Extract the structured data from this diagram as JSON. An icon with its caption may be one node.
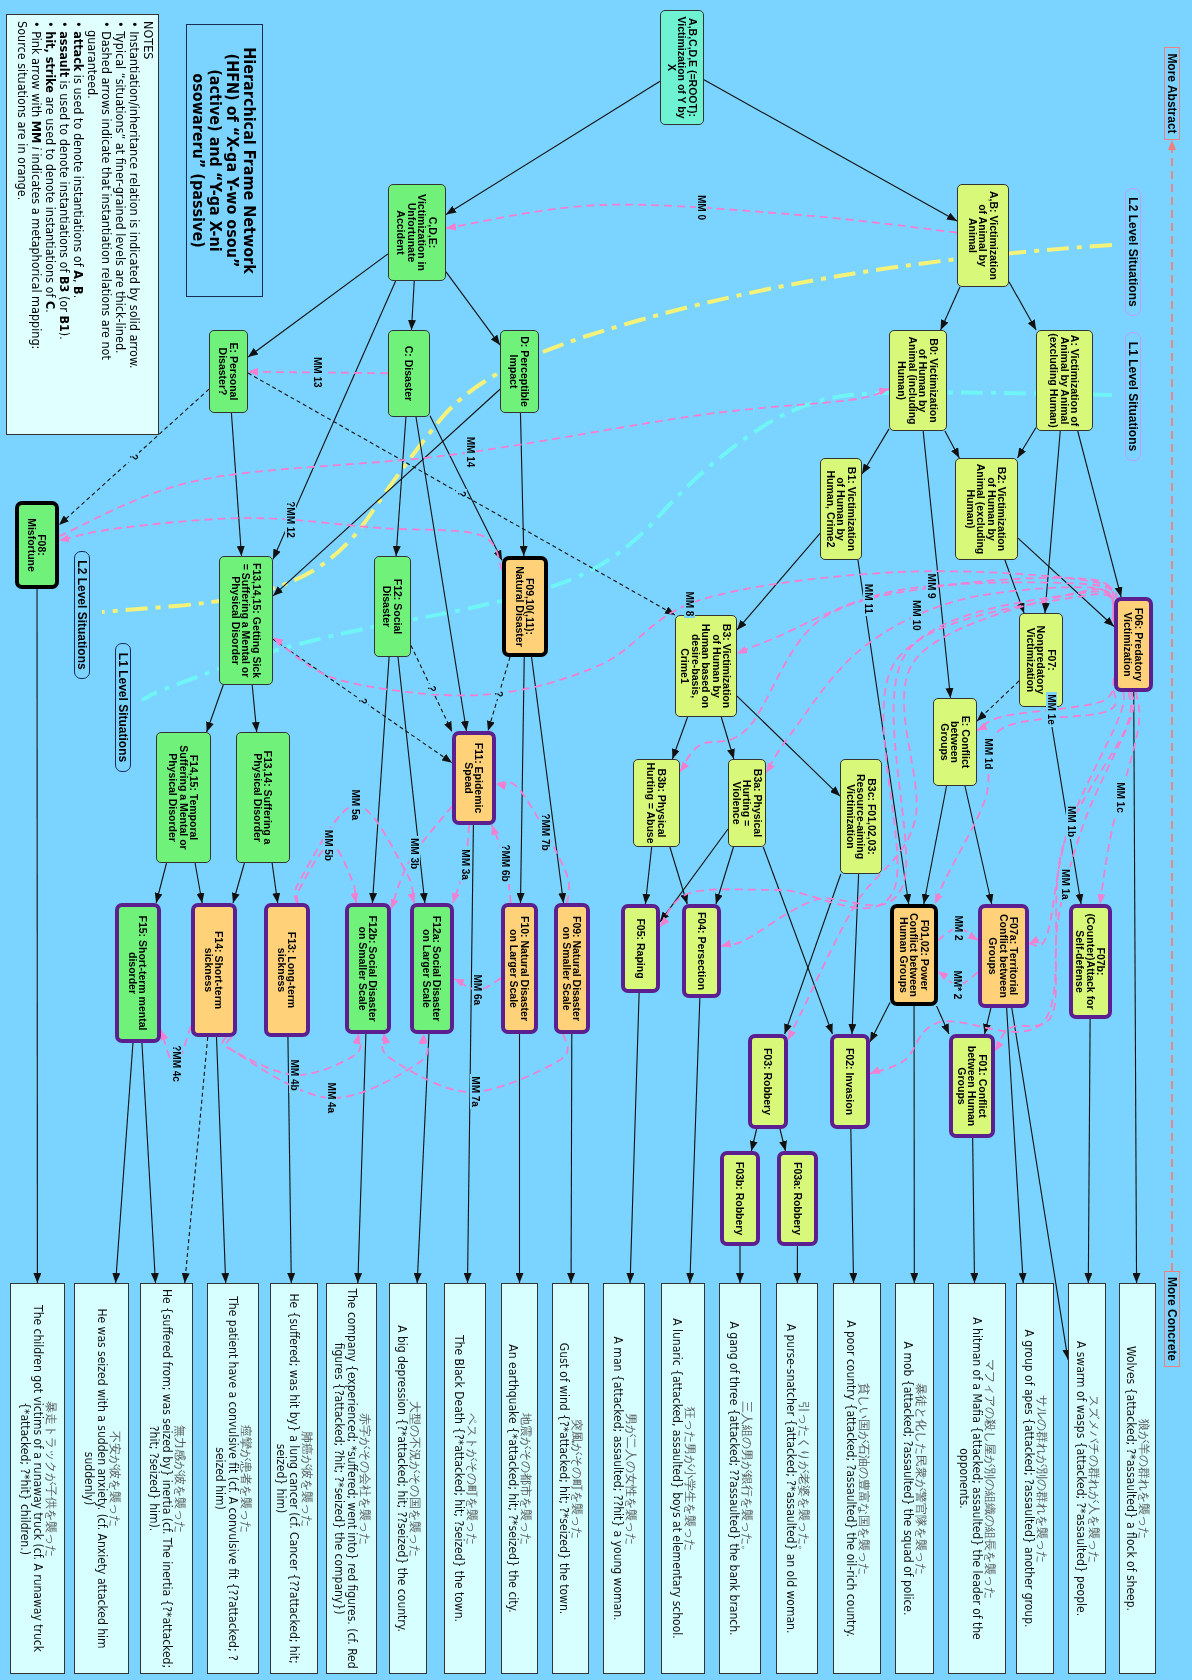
{
  "diagram": {
    "title": "Hierarchical Frame Network (HFN) of “X-ga Y-wo osou” (active) and “Y-ga X-ni osowareru” (passive)",
    "nodes": [
      {
        "text": [
          "A,B,C,D,E (=ROOT): Victimization of Y by X"
        ]
      },
      {
        "text": [
          "A,B: Victimization of Animal by Animal"
        ]
      },
      {
        "text": [
          "C,D,E: Victimization in Unfortunate Accident"
        ]
      },
      {
        "text": [
          "A: Victimization of Animal by Animal (excluding Human)"
        ]
      },
      {
        "text": [
          "B0: Victimization of Human by Animal (including Human)"
        ]
      },
      {
        "text": [
          "D: Perceptible Impact"
        ]
      },
      {
        "text": [
          "C: Disaster"
        ]
      },
      {
        "text": [
          "E: Personal Disaster?"
        ]
      },
      {
        "text": [
          "B2: Victimization of Human by Animal (excluding Human)"
        ]
      },
      {
        "text": [
          "B1: Victimization of Human by Human, Crime2"
        ]
      },
      {
        "text": [
          "F08: Misfortune"
        ]
      },
      {
        "text": [
          "F06: Predatory Victimization"
        ]
      },
      {
        "text": [
          "F07: Nonpredatory Victimization"
        ]
      },
      {
        "text": [
          "B3: Victimization of Human by Human based on desire-basis, Crime1"
        ]
      },
      {
        "text": [
          "F09,10(,11): Natural Disaster"
        ]
      },
      {
        "text": [
          "F12: Social Disaster"
        ]
      },
      {
        "text": [
          "F13,14,15: Getting Sick = Suffering a Mental or Physical Disorder"
        ]
      },
      {
        "text": [
          "E: Conflict between Groups"
        ]
      },
      {
        "text": [
          "B3c: F01,02,03: Resource-aiming Victimization"
        ]
      },
      {
        "text": [
          "B3a: Physical Hurting = Violence"
        ]
      },
      {
        "text": [
          "B3b: Physical Hurting = Abuse"
        ]
      },
      {
        "text": [
          "F11: Epidemic Spead"
        ]
      },
      {
        "text": [
          "F13,14: Suffering a Physical Disorder"
        ]
      },
      {
        "text": [
          "F14,15: Temporal Suffering a Mental or Physical Disorder"
        ]
      },
      {
        "text": [
          "F07b: (Counter)Attack for Self-defense"
        ]
      },
      {
        "text": [
          "F07a: Territorial Conflict between Groups"
        ]
      },
      {
        "text": [
          "F01,02: Power Conflict between Human Groups"
        ]
      },
      {
        "text": [
          "F04: Persection"
        ]
      },
      {
        "text": [
          "F05: Raping"
        ]
      },
      {
        "text": [
          "F09: Natural Disaster on Smaller Scale"
        ]
      },
      {
        "text": [
          "F10: Natural Disaster on Larger Scale"
        ]
      },
      {
        "text": [
          "F12a: Social Disaster on Larger Scale"
        ]
      },
      {
        "text": [
          "F12b: Social Disaster on Smaller Scale"
        ]
      },
      {
        "text": [
          "F13: Long-term sickness"
        ]
      },
      {
        "text": [
          "F14: Short-term sickness"
        ]
      },
      {
        "text": [
          "F15: Short-term mental disorder"
        ]
      },
      {
        "text": [
          "F01: Conflict between Human Groups"
        ]
      },
      {
        "text": [
          "F02: Invasion"
        ]
      },
      {
        "text": [
          "F03: Robbery"
        ]
      },
      {
        "text": [
          "F03a: Robbery"
        ]
      },
      {
        "text": [
          "F03b: Robbery"
        ]
      },
      {
        "text": [
          "狼が羊の群れを襲った",
          "Wolves {attacked; ?*assaulted} a flock of sheep."
        ]
      },
      {
        "text": [
          "スズメバチの群れが人を襲った",
          "A swarm of wasps {attacked; ?*assaulted} people."
        ]
      },
      {
        "text": [
          "サルの群れが別の群れを襲った",
          "A group of apes {attacked; ?assaulted} another group."
        ]
      },
      {
        "text": [
          "マフィアの殺し屋が別の組織の組長を襲った",
          "A hitman of a Mafia {attacked; assaulted} the leader of the opponents."
        ]
      },
      {
        "text": [
          "暴徒と化した民衆が警官隊を襲った",
          "A mob {attacked; ?assaulted} the squad of police."
        ]
      },
      {
        "text": [
          "貧しい国が石油の豊富な国を襲った",
          "A poor country {attacked; ?assaulted} the oil-rich country."
        ]
      },
      {
        "text": [
          "引ったくりが老婆を襲った。",
          "A purse-snatcher {attacked; ?*assaulted} an old woman."
        ]
      },
      {
        "text": [
          "三人組の男が銀行を襲った。",
          "A gang of three {attacked; ??assaulted} the bank branch."
        ]
      },
      {
        "text": [
          "狂った男が小学生を襲った",
          "A lunaric {attacked, assaulted} boys at elementary school."
        ]
      },
      {
        "text": [
          "男が二人の女性を襲った",
          "A man {attacked; assaulted; ??hit} a young woman."
        ]
      },
      {
        "text": [
          "突風がその町を襲った",
          "Gust of wind {?*attacked; hit; ?*seized} the town."
        ]
      },
      {
        "text": [
          "地震がその都市を襲った",
          "An earthquake {*attacked; hit; ?*seized} the city."
        ]
      },
      {
        "text": [
          "ペストがその町を襲った",
          "The Black Death {?*attacked; hit; ?seized} the town."
        ]
      },
      {
        "text": [
          "大型の不況がその国を襲った",
          "A big depression {?*attacked; hit; ??seized} the country."
        ]
      },
      {
        "text": [
          "赤字がその会社を襲った",
          "The company {experienced; *suffered; went into} red figures. (cf. Red figures {?attacked; ?hit; ?*seized} the company})"
        ]
      },
      {
        "text": [
          "肺癌が彼を襲った",
          "He {suffered; was hit by} a lung cancer (cf. Cancer {??attacked; hit; seized} him)"
        ]
      },
      {
        "text": [
          "痙攣が患者を襲った",
          "The patient have a convulsive fit (cf. A convulsive fit {??attacked; ?seized him)"
        ]
      },
      {
        "text": [
          "無力感が彼を襲った",
          "He {suffered from; was seized by} inertia (cf. The inertia {?*attacked; ?hit; ?seized} him)."
        ]
      },
      {
        "text": [
          "不安が彼を襲った",
          "He was seized with a sudden anxiety. (cf. Anxiety attacked him suddenly)"
        ]
      },
      {
        "text": [
          "暴走トラックが子供を襲った",
          "The children got victims of a runaway truck (cf. A runaway truck {*attacked; ?*hit} children.)"
        ]
      },
      {
        "text": [
          "More Abstract"
        ]
      },
      {
        "text": [
          "More Concrete"
        ]
      },
      {
        "text": [
          "L2 Level Situations"
        ]
      },
      {
        "text": [
          "L1 Level Situations"
        ]
      },
      {
        "text": [
          "L2 Level Situations"
        ]
      },
      {
        "text": [
          "L1 Level Situations"
        ]
      },
      {
        "text": [
          "NOTES",
          "• Instantiation/inheritance relation is indicated by solid arrow.",
          "• Typical “situations” at finer-grained levels are thick-lined.",
          "• Dashed arrows indicate that instantiation relations are not guaranteed.",
          "• **attack** is used to denote instantiations of **A**, **B**.",
          "• **assault** is used to denote instantiations of **B3** (or **B1**).",
          "• **hit, strike** are used to denote instantiations of **C**.",
          "• Pink arrow with **MM** *i* indicates a metaphorical mapping:",
          "Source situations are in orange."
        ]
      }
    ],
    "edges": [
      {
        "from": 0,
        "to": 1,
        "arrow": "to"
      },
      {
        "from": 0,
        "to": 2,
        "arrow": "to"
      },
      {
        "from": 1,
        "to": 3,
        "arrow": "to"
      },
      {
        "from": 1,
        "to": 4,
        "arrow": "to"
      },
      {
        "from": 3,
        "to": 8,
        "arrow": "to"
      },
      {
        "from": 3,
        "to": 11,
        "arrow": "to"
      },
      {
        "from": 3,
        "to": 12,
        "arrow": "to"
      },
      {
        "from": 4,
        "to": 9,
        "arrow": "to"
      },
      {
        "from": 4,
        "to": 8,
        "arrow": "to"
      },
      {
        "from": 4,
        "to": 17,
        "arrow": "to"
      },
      {
        "from": 8,
        "to": 12,
        "arrow": "to"
      },
      {
        "from": 8,
        "to": 11,
        "arrow": "to"
      },
      {
        "from": 9,
        "to": 13,
        "arrow": "to"
      },
      {
        "from": 9,
        "to": 26,
        "arrow": "to"
      },
      {
        "from": 12,
        "to": 24,
        "arrow": "to"
      },
      {
        "from": 12,
        "to": 17,
        "arrow": "to",
        "style": "dashed"
      },
      {
        "from": 17,
        "to": 26,
        "arrow": "to"
      },
      {
        "from": 17,
        "to": 25,
        "arrow": "to"
      },
      {
        "from": 25,
        "to": 36,
        "arrow": "to"
      },
      {
        "from": 26,
        "to": 36,
        "arrow": "to"
      },
      {
        "from": 26,
        "to": 37,
        "arrow": "to"
      },
      {
        "from": 25,
        "to": 43,
        "arrow": "to"
      },
      {
        "from": 25,
        "to": 42,
        "arrow": "to"
      },
      {
        "from": 24,
        "to": 42,
        "arrow": "to"
      },
      {
        "from": 11,
        "to": 41,
        "arrow": "to"
      },
      {
        "from": 36,
        "to": 44,
        "arrow": "to"
      },
      {
        "from": 26,
        "to": 45,
        "arrow": "to"
      },
      {
        "from": 37,
        "to": 46,
        "arrow": "to"
      },
      {
        "from": 38,
        "to": 39,
        "arrow": "to"
      },
      {
        "from": 38,
        "to": 40,
        "arrow": "to"
      },
      {
        "from": 39,
        "to": 47,
        "arrow": "to"
      },
      {
        "from": 40,
        "to": 48,
        "arrow": "to"
      },
      {
        "from": 27,
        "to": 49,
        "arrow": "to"
      },
      {
        "from": 28,
        "to": 50,
        "arrow": "to"
      },
      {
        "from": 13,
        "to": 20,
        "arrow": "to"
      },
      {
        "from": 13,
        "to": 19,
        "arrow": "to"
      },
      {
        "from": 13,
        "to": 18,
        "arrow": "to"
      },
      {
        "from": 20,
        "to": 28,
        "arrow": "to"
      },
      {
        "from": 20,
        "to": 27,
        "arrow": "to"
      },
      {
        "from": 19,
        "to": 28,
        "arrow": "to"
      },
      {
        "from": 19,
        "to": 27,
        "arrow": "to"
      },
      {
        "from": 19,
        "to": 37,
        "arrow": "to"
      },
      {
        "from": 18,
        "to": 38,
        "arrow": "to"
      },
      {
        "from": 18,
        "to": 37,
        "arrow": "to"
      },
      {
        "from": 2,
        "to": 7,
        "arrow": "to"
      },
      {
        "from": 2,
        "to": 6,
        "arrow": "to"
      },
      {
        "from": 2,
        "to": 5,
        "arrow": "to"
      },
      {
        "from": 2,
        "to": 16,
        "arrow": "to"
      },
      {
        "from": 5,
        "to": 16,
        "arrow": "to"
      },
      {
        "from": 5,
        "to": 14,
        "arrow": "to"
      },
      {
        "from": 6,
        "to": 15,
        "arrow": "to"
      },
      {
        "from": 6,
        "to": 21,
        "arrow": "to"
      },
      {
        "from": 6,
        "to": 14,
        "arrow": "to"
      },
      {
        "from": 7,
        "to": 16,
        "arrow": "to"
      },
      {
        "from": 7,
        "to": 10,
        "arrow": "to",
        "style": "dashed",
        "label": "?"
      },
      {
        "from": 7,
        "to": 13,
        "arrow": "to",
        "style": "dashed",
        "label": "?"
      },
      {
        "from": 16,
        "to": 21,
        "arrow": "to",
        "style": "dashed",
        "label": "?"
      },
      {
        "from": 15,
        "to": 21,
        "arrow": "to",
        "style": "dashed",
        "label": "?"
      },
      {
        "from": 14,
        "to": 21,
        "arrow": "to",
        "style": "dashed",
        "label": "?"
      },
      {
        "from": 16,
        "to": 22,
        "arrow": "to"
      },
      {
        "from": 16,
        "to": 23,
        "arrow": "to"
      },
      {
        "from": 23,
        "to": 35,
        "arrow": "to"
      },
      {
        "from": 23,
        "to": 34,
        "arrow": "to"
      },
      {
        "from": 22,
        "to": 34,
        "arrow": "to"
      },
      {
        "from": 22,
        "to": 33,
        "arrow": "to"
      },
      {
        "from": 15,
        "to": 32,
        "arrow": "to"
      },
      {
        "from": 15,
        "to": 31,
        "arrow": "to"
      },
      {
        "from": 14,
        "to": 30,
        "arrow": "to"
      },
      {
        "from": 14,
        "to": 29,
        "arrow": "to"
      },
      {
        "from": 10,
        "to": 60,
        "arrow": "to"
      },
      {
        "from": 35,
        "to": 59,
        "arrow": "to"
      },
      {
        "from": 35,
        "to": 58,
        "arrow": "to"
      },
      {
        "from": 34,
        "to": 58,
        "arrow": "to",
        "style": "dashed"
      },
      {
        "from": 34,
        "to": 57,
        "arrow": "to"
      },
      {
        "from": 33,
        "to": 56,
        "arrow": "to"
      },
      {
        "from": 32,
        "to": 55,
        "arrow": "to"
      },
      {
        "from": 31,
        "to": 54,
        "arrow": "to"
      },
      {
        "from": 21,
        "to": 53,
        "arrow": "to"
      },
      {
        "from": 30,
        "to": 52,
        "arrow": "to"
      },
      {
        "from": 29,
        "to": 51,
        "arrow": "to"
      },
      {
        "from": 1,
        "to": 2,
        "arrow": "to",
        "style": "dashed",
        "color": "#f47fd0",
        "label": "MM 0"
      },
      {
        "from": 6,
        "to": 7,
        "arrow": "to",
        "style": "dashed",
        "color": "#f47fd0",
        "label": "MM 13"
      },
      {
        "from": 10,
        "to": 4,
        "arrow": "to",
        "style": "dashed",
        "color": "#f47fd0",
        "label": "MM 14"
      },
      {
        "from": 14,
        "to": 10,
        "arrow": "to",
        "style": "dashed",
        "color": "#f47fd0",
        "label": "?MM 12"
      },
      {
        "from": 11,
        "to": 16,
        "arrow": "to",
        "style": "dashed",
        "color": "#f47fd0",
        "label": "MM 8"
      },
      {
        "from": 11,
        "to": 13,
        "arrow": "to",
        "style": "dashed",
        "color": "#f47fd0",
        "label": "MM 9"
      },
      {
        "from": 11,
        "to": 19,
        "arrow": "to",
        "style": "dashed",
        "color": "#f47fd0",
        "label": "MM 10"
      },
      {
        "from": 11,
        "to": 20,
        "arrow": "to",
        "style": "dashed",
        "color": "#f47fd0",
        "label": "MM 11"
      },
      {
        "from": 11,
        "to": 36,
        "arrow": "to",
        "style": "dashed",
        "color": "#f47fd0",
        "label": "MM 1a"
      },
      {
        "from": 11,
        "to": 25,
        "arrow": "to",
        "style": "dashed",
        "color": "#f47fd0",
        "label": "MM 1b"
      },
      {
        "from": 11,
        "to": 24,
        "arrow": "to",
        "style": "dashed",
        "color": "#f47fd0",
        "label": "MM 1c"
      },
      {
        "from": 11,
        "to": 26,
        "arrow": "to",
        "style": "dashed",
        "color": "#f47fd0",
        "label": "MM 1d"
      },
      {
        "from": 11,
        "to": 17,
        "arrow": "to",
        "style": "dashed",
        "color": "#f47fd0",
        "label": "MM 1e"
      },
      {
        "from": 26,
        "to": 25,
        "arrow": "to",
        "style": "dashed",
        "color": "#f47fd0",
        "label": "MM 2"
      },
      {
        "from": 25,
        "to": 26,
        "arrow": "to",
        "style": "dashed",
        "color": "#f47fd0",
        "label": "MM* 2"
      },
      {
        "from": 11,
        "to": 37,
        "arrow": "to",
        "style": "dashed",
        "color": "#f47fd0"
      },
      {
        "from": 11,
        "to": 38,
        "arrow": "to",
        "style": "dashed",
        "color": "#f47fd0"
      },
      {
        "from": 11,
        "to": 27,
        "arrow": "to",
        "style": "dashed",
        "color": "#f47fd0"
      },
      {
        "from": 11,
        "to": 28,
        "arrow": "to",
        "style": "dashed",
        "color": "#f47fd0"
      },
      {
        "from": 21,
        "to": 31,
        "arrow": "to",
        "style": "dashed",
        "color": "#f47fd0",
        "label": "MM 3a"
      },
      {
        "from": 21,
        "to": 32,
        "arrow": "to",
        "style": "dashed",
        "color": "#f47fd0",
        "label": "MM 3b"
      },
      {
        "from": 33,
        "to": 31,
        "arrow": "to",
        "style": "dashed",
        "color": "#f47fd0",
        "label": "MM 5a"
      },
      {
        "from": 33,
        "to": 32,
        "arrow": "to",
        "style": "dashed",
        "color": "#f47fd0",
        "label": "MM 5b"
      },
      {
        "from": 30,
        "to": 21,
        "arrow": "to",
        "style": "dashed",
        "color": "#f47fd0",
        "label": "?MM 6b"
      },
      {
        "from": 29,
        "to": 21,
        "arrow": "to",
        "style": "dashed",
        "color": "#f47fd0",
        "label": "?MM 7b"
      },
      {
        "from": 30,
        "to": 31,
        "arrow": "to",
        "style": "dashed",
        "color": "#f47fd0",
        "label": "MM 6a"
      },
      {
        "from": 29,
        "to": 32,
        "arrow": "to",
        "style": "dashed",
        "color": "#f47fd0",
        "label": "MM 7a"
      },
      {
        "from": 34,
        "to": 31,
        "arrow": "to",
        "style": "dashed",
        "color": "#f47fd0",
        "label": "MM 4a"
      },
      {
        "from": 34,
        "to": 32,
        "arrow": "to",
        "style": "dashed",
        "color": "#f47fd0",
        "label": "MM 4b"
      },
      {
        "from": 34,
        "to": 35,
        "arrow": "to",
        "style": "dashed",
        "color": "#f47fd0",
        "label": "?MM 4c"
      },
      {
        "from": 62,
        "to": 61,
        "arrow": "to",
        "style": "dashed",
        "color": "#f08080"
      }
    ]
  }
}
